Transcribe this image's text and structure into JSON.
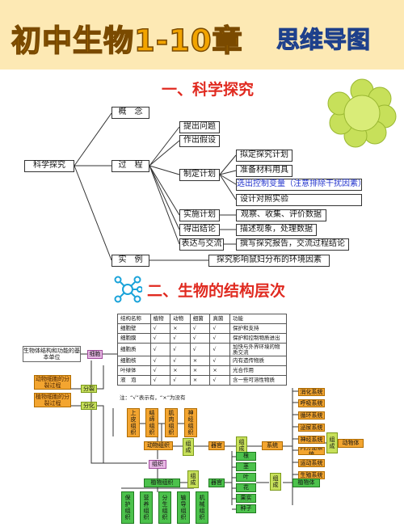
{
  "header": {
    "title": "初中生物1-10章",
    "subtitle": "思维导图"
  },
  "section1": {
    "title": "一、科学探究",
    "root": "科学探究",
    "l1": [
      "概　念",
      "过　程",
      "实　例"
    ],
    "steps": [
      "提出问题",
      "作出假设",
      "制定计划",
      "实施计划",
      "得出结论",
      "表达与交流"
    ],
    "plan_items": [
      "拟定探究计划",
      "准备材料用具",
      "选出控制变量（注意排除干扰因素）",
      "设计对照实验"
    ],
    "implement": "观察、收集、评价数据",
    "conclude": "描述现象，处理数据",
    "express": "撰写探究报告，交流过程结论",
    "example": "探究影响鼠妇分布的环境因素"
  },
  "section2": {
    "title": "二、生物的结构层次",
    "left_label": "生物体结构和功能的基本单位",
    "cell": "细胞",
    "table_header": [
      "结构名称",
      "植物",
      "动物",
      "细菌",
      "真菌",
      "功能"
    ],
    "table_rows": [
      [
        "细胞壁",
        "√",
        "×",
        "√",
        "√",
        "保护和支持"
      ],
      [
        "细胞膜",
        "√",
        "√",
        "√",
        "√",
        "保护和控制物质进出"
      ],
      [
        "细胞质",
        "√",
        "√",
        "√",
        "√",
        "加快与外界环境的物质交流"
      ],
      [
        "细胞核",
        "√",
        "√",
        "×",
        "√",
        "内有遗传物质"
      ],
      [
        "叶绿体",
        "√",
        "×",
        "×",
        "×",
        "光合作用"
      ],
      [
        "液　泡",
        "√",
        "√",
        "×",
        "√",
        "含一些可溶性物质"
      ]
    ],
    "table_note": "注：“√”表示有，“×”为没有",
    "animal_div": "动物细胞的分裂过程",
    "plant_div": "植物细胞的分裂过程",
    "split": "分裂",
    "differentiate": "分化",
    "animal_tissues": [
      "上皮组织",
      "结缔组织",
      "肌肉组织",
      "神经组织"
    ],
    "plant_tissues": [
      "保护组织",
      "营养组织",
      "分生组织",
      "输导组织",
      "机械组织"
    ],
    "animal_tissue": "动物组织",
    "plant_tissue": "植物组织",
    "tissue": "组织",
    "organ_a": "器官",
    "organ_p": "器官",
    "compose": "组成",
    "system": "系统",
    "plant_organs": [
      "根",
      "茎",
      "叶",
      "花",
      "果实",
      "种子"
    ],
    "systems": [
      "消化系统",
      "呼吸系统",
      "循环系统",
      "泌尿系统",
      "神经系统",
      "内分泌系统",
      "运动系统",
      "生殖系统"
    ],
    "animal_body": "动物体",
    "plant_body": "植物体"
  }
}
